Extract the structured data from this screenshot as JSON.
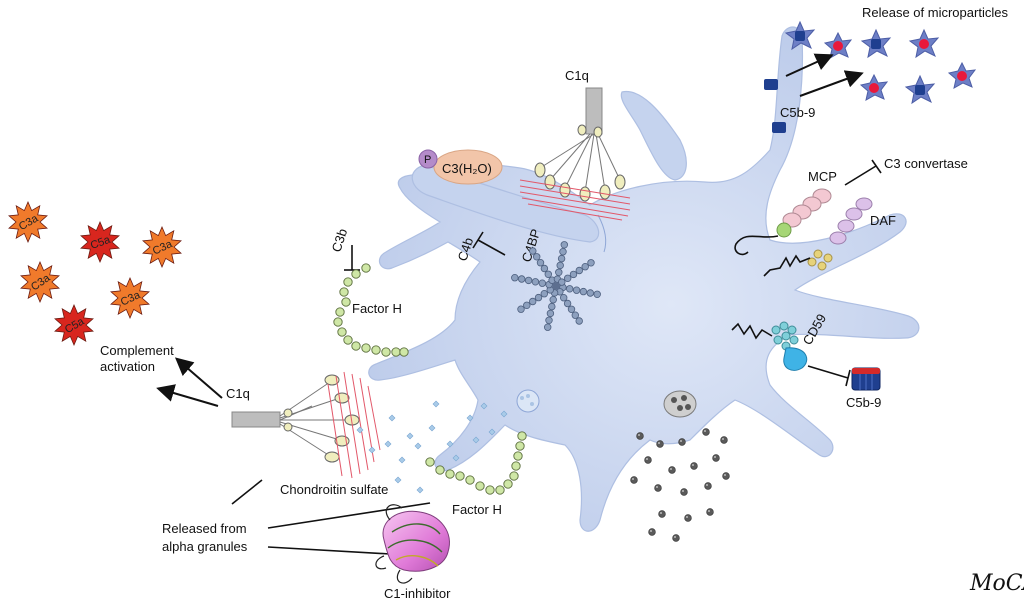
{
  "labels": {
    "release_microparticles": "Release of microparticles",
    "c1q_top": "C1q",
    "c5b9_top": "C5b-9",
    "c3h2o": "C3(H₂O)",
    "p": "P",
    "mcp": "MCP",
    "c3_convertase": "C3 convertase",
    "daf": "DAF",
    "c4b": "C4b",
    "c4bp": "C4BP",
    "c3b": "C3b",
    "factor_h_left": "Factor H",
    "complement_activation_line1": "Complement",
    "complement_activation_line2": "activation",
    "c1q_left": "C1q",
    "cd59": "CD59",
    "c5b9_right": "C5b-9",
    "chondroitin_sulfate": "Chondroitin sulfate",
    "released_line1": "Released from",
    "released_line2": "alpha granules",
    "factor_h_bottom": "Factor H",
    "c1_inhibitor": "C1-inhibitor",
    "signature": "MoCA"
  },
  "bursts": [
    "C3a",
    "C5a",
    "C5a",
    "C3a",
    "C3a",
    "C3a",
    "C5a"
  ],
  "colors": {
    "cell_fill": "#c5d3ee",
    "cell_stroke": "#aebfe2",
    "c3a_burst": "#f07a2b",
    "c5a_burst": "#d8261e",
    "microparticle": "#6d7fc6",
    "microparticle_core": "#e8193c",
    "c5b9_block": "#1f3f8f",
    "factor_h_bead": "#cfe7a6",
    "c4bp_bead": "#8da0be",
    "mcp_bead": "#f3c8d2",
    "daf_bead": "#dcc1e9",
    "cd59_bead": "#7fcfd9",
    "c3h2o_fill": "#f2c5a9",
    "p_fill": "#b48bc9",
    "c1inh_fill": "#e07ad8",
    "fiber_red": "#e2586a"
  }
}
